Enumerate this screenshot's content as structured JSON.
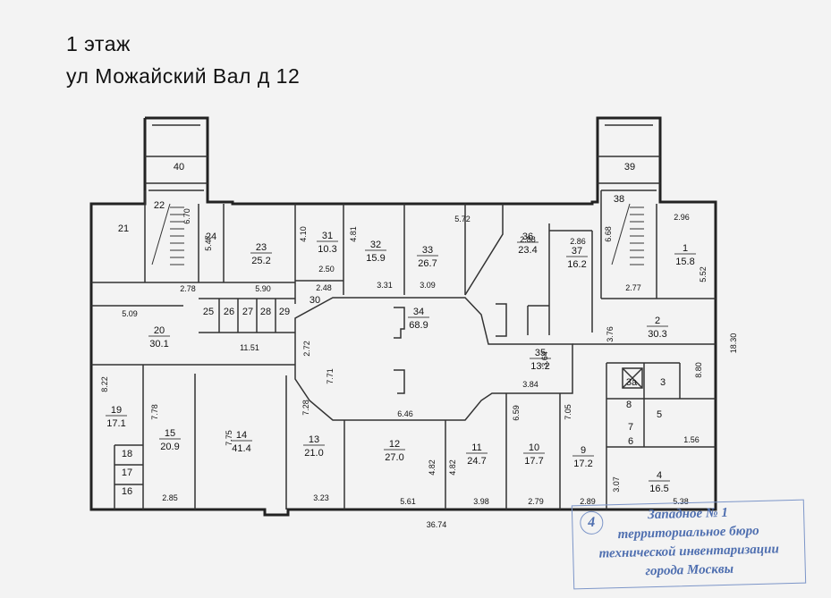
{
  "header": {
    "floor": "1 этаж",
    "address": "ул  Можайский  Вал   д 12"
  },
  "rooms": [
    {
      "no": "40",
      "area": ""
    },
    {
      "no": "39",
      "area": ""
    },
    {
      "no": "21",
      "area": ""
    },
    {
      "no": "22",
      "area": ""
    },
    {
      "no": "24",
      "area": ""
    },
    {
      "no": "23",
      "area": "25.2"
    },
    {
      "no": "31",
      "area": "10.3"
    },
    {
      "no": "32",
      "area": "15.9"
    },
    {
      "no": "33",
      "area": "26.7"
    },
    {
      "no": "36",
      "area": "23.4"
    },
    {
      "no": "37",
      "area": "16.2"
    },
    {
      "no": "38",
      "area": ""
    },
    {
      "no": "1",
      "area": "15.8"
    },
    {
      "no": "30",
      "area": ""
    },
    {
      "no": "25",
      "area": ""
    },
    {
      "no": "26",
      "area": ""
    },
    {
      "no": "27",
      "area": ""
    },
    {
      "no": "28",
      "area": ""
    },
    {
      "no": "29",
      "area": ""
    },
    {
      "no": "20",
      "area": "30.1"
    },
    {
      "no": "34",
      "area": "68.9"
    },
    {
      "no": "35",
      "area": "13.2"
    },
    {
      "no": "2",
      "area": "30.3"
    },
    {
      "no": "3а",
      "area": ""
    },
    {
      "no": "3",
      "area": ""
    },
    {
      "no": "19",
      "area": "17.1"
    },
    {
      "no": "15",
      "area": "20.9"
    },
    {
      "no": "14",
      "area": "41.4"
    },
    {
      "no": "13",
      "area": "21.0"
    },
    {
      "no": "12",
      "area": "27.0"
    },
    {
      "no": "11",
      "area": "24.7"
    },
    {
      "no": "10",
      "area": "17.7"
    },
    {
      "no": "9",
      "area": "17.2"
    },
    {
      "no": "8",
      "area": ""
    },
    {
      "no": "5",
      "area": ""
    },
    {
      "no": "7",
      "area": ""
    },
    {
      "no": "6",
      "area": ""
    },
    {
      "no": "4",
      "area": "16.5"
    },
    {
      "no": "18",
      "area": ""
    },
    {
      "no": "17",
      "area": ""
    },
    {
      "no": "16",
      "area": ""
    }
  ],
  "dimensions": [
    "6.70",
    "5.47",
    "4.10",
    "4.81",
    "5.72",
    "2.88",
    "2.86",
    "6.68",
    "2.96",
    "5.52",
    "2.78",
    "5.90",
    "2.50",
    "2.48",
    "3.31",
    "3.09",
    "2.77",
    "5.09",
    "11.51",
    "2.72",
    "7.71",
    "3.76",
    "8.80",
    "18.30",
    "3.64",
    "3.84",
    "8.22",
    "7.78",
    "7.75",
    "7.28",
    "6.46",
    "4.82",
    "4.82",
    "6.59",
    "7.05",
    "1.56",
    "2.85",
    "3.23",
    "5.61",
    "3.98",
    "2.79",
    "2.89",
    "3.07",
    "5.38",
    "36.74"
  ],
  "stamp": {
    "number": "4",
    "line1": "Западное № 1",
    "line2": "территориальное бюро",
    "line3": "технической инвентаризации",
    "line4": "города Москвы"
  }
}
